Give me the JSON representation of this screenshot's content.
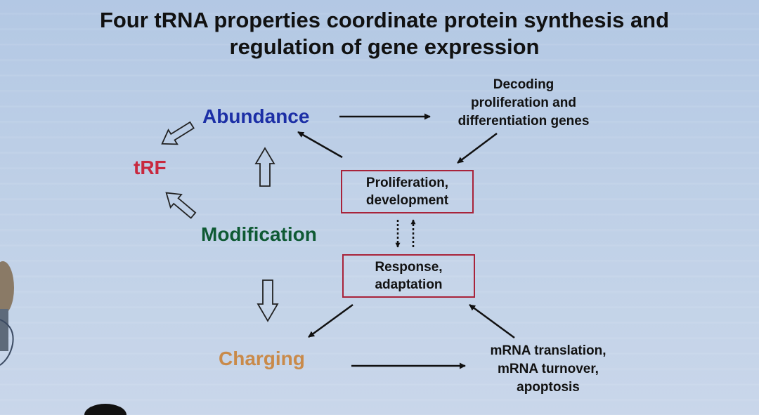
{
  "title_line1": "Four tRNA properties coordinate protein synthesis and",
  "title_line2": "regulation of gene expression",
  "nodes": {
    "abundance": "Abundance",
    "trf": "tRF",
    "modification": "Modification",
    "charging": "Charging",
    "decoding": [
      "Decoding",
      "proliferation and",
      "differentiation genes"
    ],
    "proliferation_box": [
      "Proliferation,",
      "development"
    ],
    "response_box": [
      "Response,",
      "adaptation"
    ],
    "mrna": [
      "mRNA translation,",
      "mRNA turnover,",
      "apoptosis"
    ]
  },
  "colors": {
    "abundance": "#1c2fa6",
    "trf": "#c8283e",
    "modification": "#0f5a34",
    "charging": "#c98a4a",
    "box_border": "#a8233a",
    "text": "#111111"
  }
}
